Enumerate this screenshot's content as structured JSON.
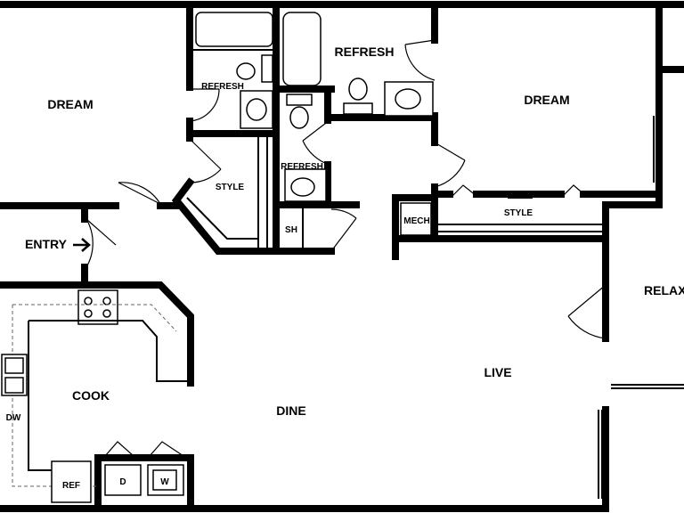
{
  "rooms": {
    "dream_left": "DREAM",
    "dream_right": "DREAM",
    "refresh_top": "REFRESH",
    "refresh_left": "REFRESH",
    "refresh_mid": "REFRESH",
    "style_left": "STYLE",
    "style_right": "STYLE",
    "sh": "SH",
    "mech": "MECH",
    "entry": "ENTRY",
    "relax": "RELAX",
    "live": "LIVE",
    "dine": "DINE",
    "cook": "COOK",
    "dw": "DW",
    "ref": "REF",
    "dryer": "D",
    "washer": "W"
  }
}
